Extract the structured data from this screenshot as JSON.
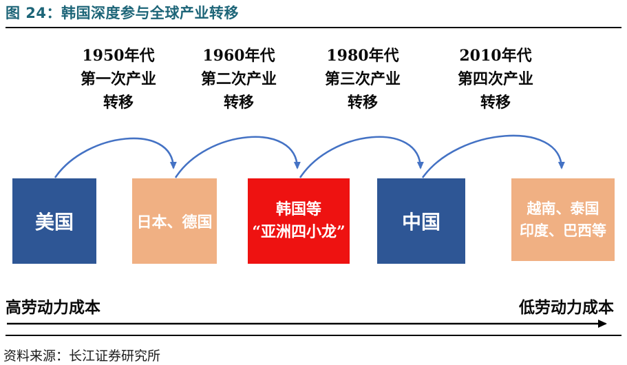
{
  "header": {
    "title": "图 24：韩国深度参与全球产业转移"
  },
  "timeline": {
    "stages": [
      {
        "era": "1950年代",
        "name": "第一次产业",
        "suffix": "转移"
      },
      {
        "era": "1960年代",
        "name": "第二次产业",
        "suffix": "转移"
      },
      {
        "era": "1980年代",
        "name": "第三次产业",
        "suffix": "转移"
      },
      {
        "era": "2010年代",
        "name": "第四次产业",
        "suffix": "转移"
      }
    ]
  },
  "nodes": [
    {
      "id": "usa",
      "lines": [
        "美国"
      ],
      "color": "#2E5695"
    },
    {
      "id": "jp-de",
      "lines": [
        "日本、德国"
      ],
      "color": "#F0B083"
    },
    {
      "id": "korea",
      "lines": [
        "韩国等",
        "“亚洲四小龙”"
      ],
      "color": "#EE1211"
    },
    {
      "id": "china",
      "lines": [
        "中国"
      ],
      "color": "#2E5695"
    },
    {
      "id": "next",
      "lines": [
        "越南、泰国",
        "印度、巴西等"
      ],
      "color": "#F0B083"
    }
  ],
  "axis": {
    "left_label": "高劳动力成本",
    "right_label": "低劳动力成本"
  },
  "footer": {
    "source": "资料来源：长江证券研究所"
  },
  "colors": {
    "title": "#1D6578",
    "arrow_blue": "#4472C4",
    "box_blue": "#2E5695",
    "box_orange": "#F0B083",
    "box_red": "#EE1211",
    "rule_black": "#000000"
  }
}
